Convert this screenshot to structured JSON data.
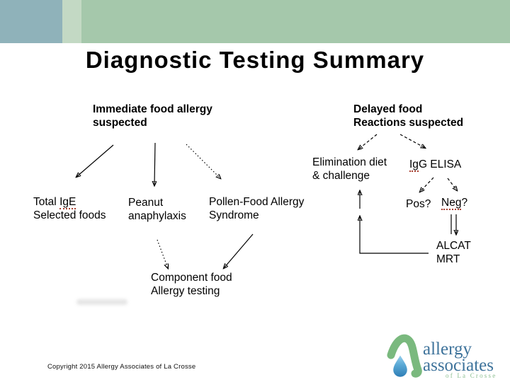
{
  "title": "Diagnostic Testing Summary",
  "banner_colors": {
    "blue": "#8fb2ba",
    "light_green": "#c3d9c4",
    "green": "#a5c8ab"
  },
  "flowchart": {
    "nodes": {
      "immediate": {
        "l1": "Immediate food allergy",
        "l2": "suspected"
      },
      "delayed": {
        "l1": "Delayed food",
        "l2": "Reactions suspected"
      },
      "elimination": {
        "l1": "Elimination diet",
        "l2": "& challenge"
      },
      "igg": {
        "u": "Ig",
        "post": "G ELISA"
      },
      "total": {
        "pre": "Total ",
        "u": "IgE",
        "l2": "Selected foods"
      },
      "peanut": {
        "l1": "Peanut",
        "l2": "anaphylaxis"
      },
      "pollen": {
        "l1": "Pollen-Food Allergy",
        "l2": "Syndrome"
      },
      "pos": {
        "l1": "Pos?"
      },
      "neg": {
        "u": "Neg",
        "post": "?"
      },
      "alcat": {
        "l1": "ALCAT",
        "l2": "MRT"
      },
      "component": {
        "l1": "Component food",
        "l2": "Allergy testing"
      }
    },
    "squiggle_color": "#a84031"
  },
  "footer": {
    "copyright": "Copyright 2015 Allergy Associates of La Crosse"
  },
  "logo": {
    "line1": "allergy",
    "line2": "associates",
    "line3": "of La Crosse",
    "text_color": "#3e739b",
    "tagline_color": "#8cbf90",
    "swoosh_color": "#7ab97e",
    "drop_colors": [
      "#9ed4ef",
      "#2d7cb4"
    ]
  }
}
